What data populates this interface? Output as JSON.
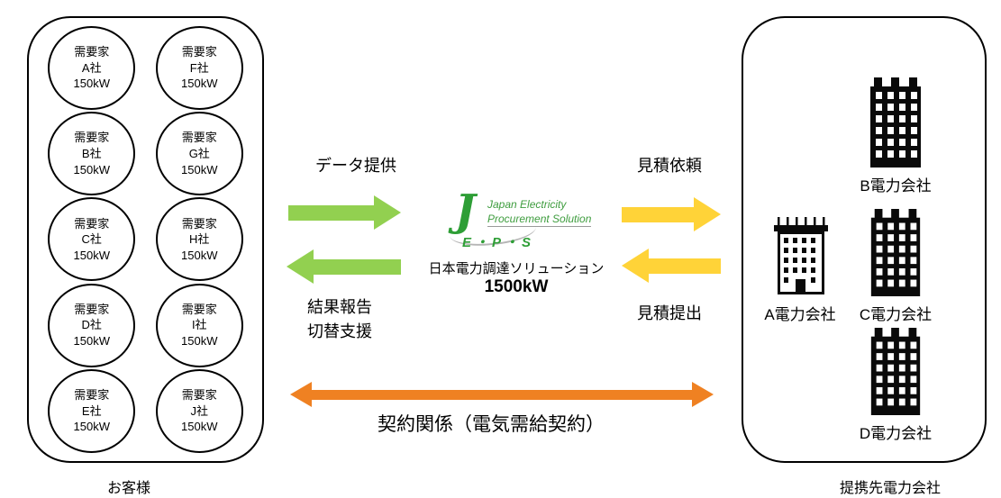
{
  "customers": {
    "box_label": "お客様",
    "items": [
      {
        "role": "需要家",
        "company": "A社",
        "capacity": "150kW"
      },
      {
        "role": "需要家",
        "company": "F社",
        "capacity": "150kW"
      },
      {
        "role": "需要家",
        "company": "B社",
        "capacity": "150kW"
      },
      {
        "role": "需要家",
        "company": "G社",
        "capacity": "150kW"
      },
      {
        "role": "需要家",
        "company": "C社",
        "capacity": "150kW"
      },
      {
        "role": "需要家",
        "company": "H社",
        "capacity": "150kW"
      },
      {
        "role": "需要家",
        "company": "D社",
        "capacity": "150kW"
      },
      {
        "role": "需要家",
        "company": "I社",
        "capacity": "150kW"
      },
      {
        "role": "需要家",
        "company": "E社",
        "capacity": "150kW"
      },
      {
        "role": "需要家",
        "company": "J社",
        "capacity": "150kW"
      }
    ]
  },
  "center": {
    "logo": {
      "j": "J",
      "line1": "Japan Electricity",
      "line2": "Procurement Solution",
      "eps": "E・P・S"
    },
    "name": "日本電力調達ソリューション",
    "capacity": "1500kW"
  },
  "flows": {
    "data_provision": "データ提供",
    "result_report_line1": "結果報告",
    "result_report_line2": "切替支援",
    "quote_request": "見積依頼",
    "quote_submission": "見積提出",
    "contract": "契約関係（電気需給契約）"
  },
  "partners": {
    "box_label": "提携先電力会社",
    "companies": [
      {
        "name": "B電力会社",
        "icon": "building-solid-icon"
      },
      {
        "name": "A電力会社",
        "icon": "building-outline-icon"
      },
      {
        "name": "C電力会社",
        "icon": "building-solid-icon"
      },
      {
        "name": "D電力会社",
        "icon": "building-solid-icon"
      }
    ]
  },
  "colors": {
    "green": "#92d050",
    "yellow": "#ffd338",
    "orange": "#ef8122",
    "logo_green": "#2e9e36"
  }
}
